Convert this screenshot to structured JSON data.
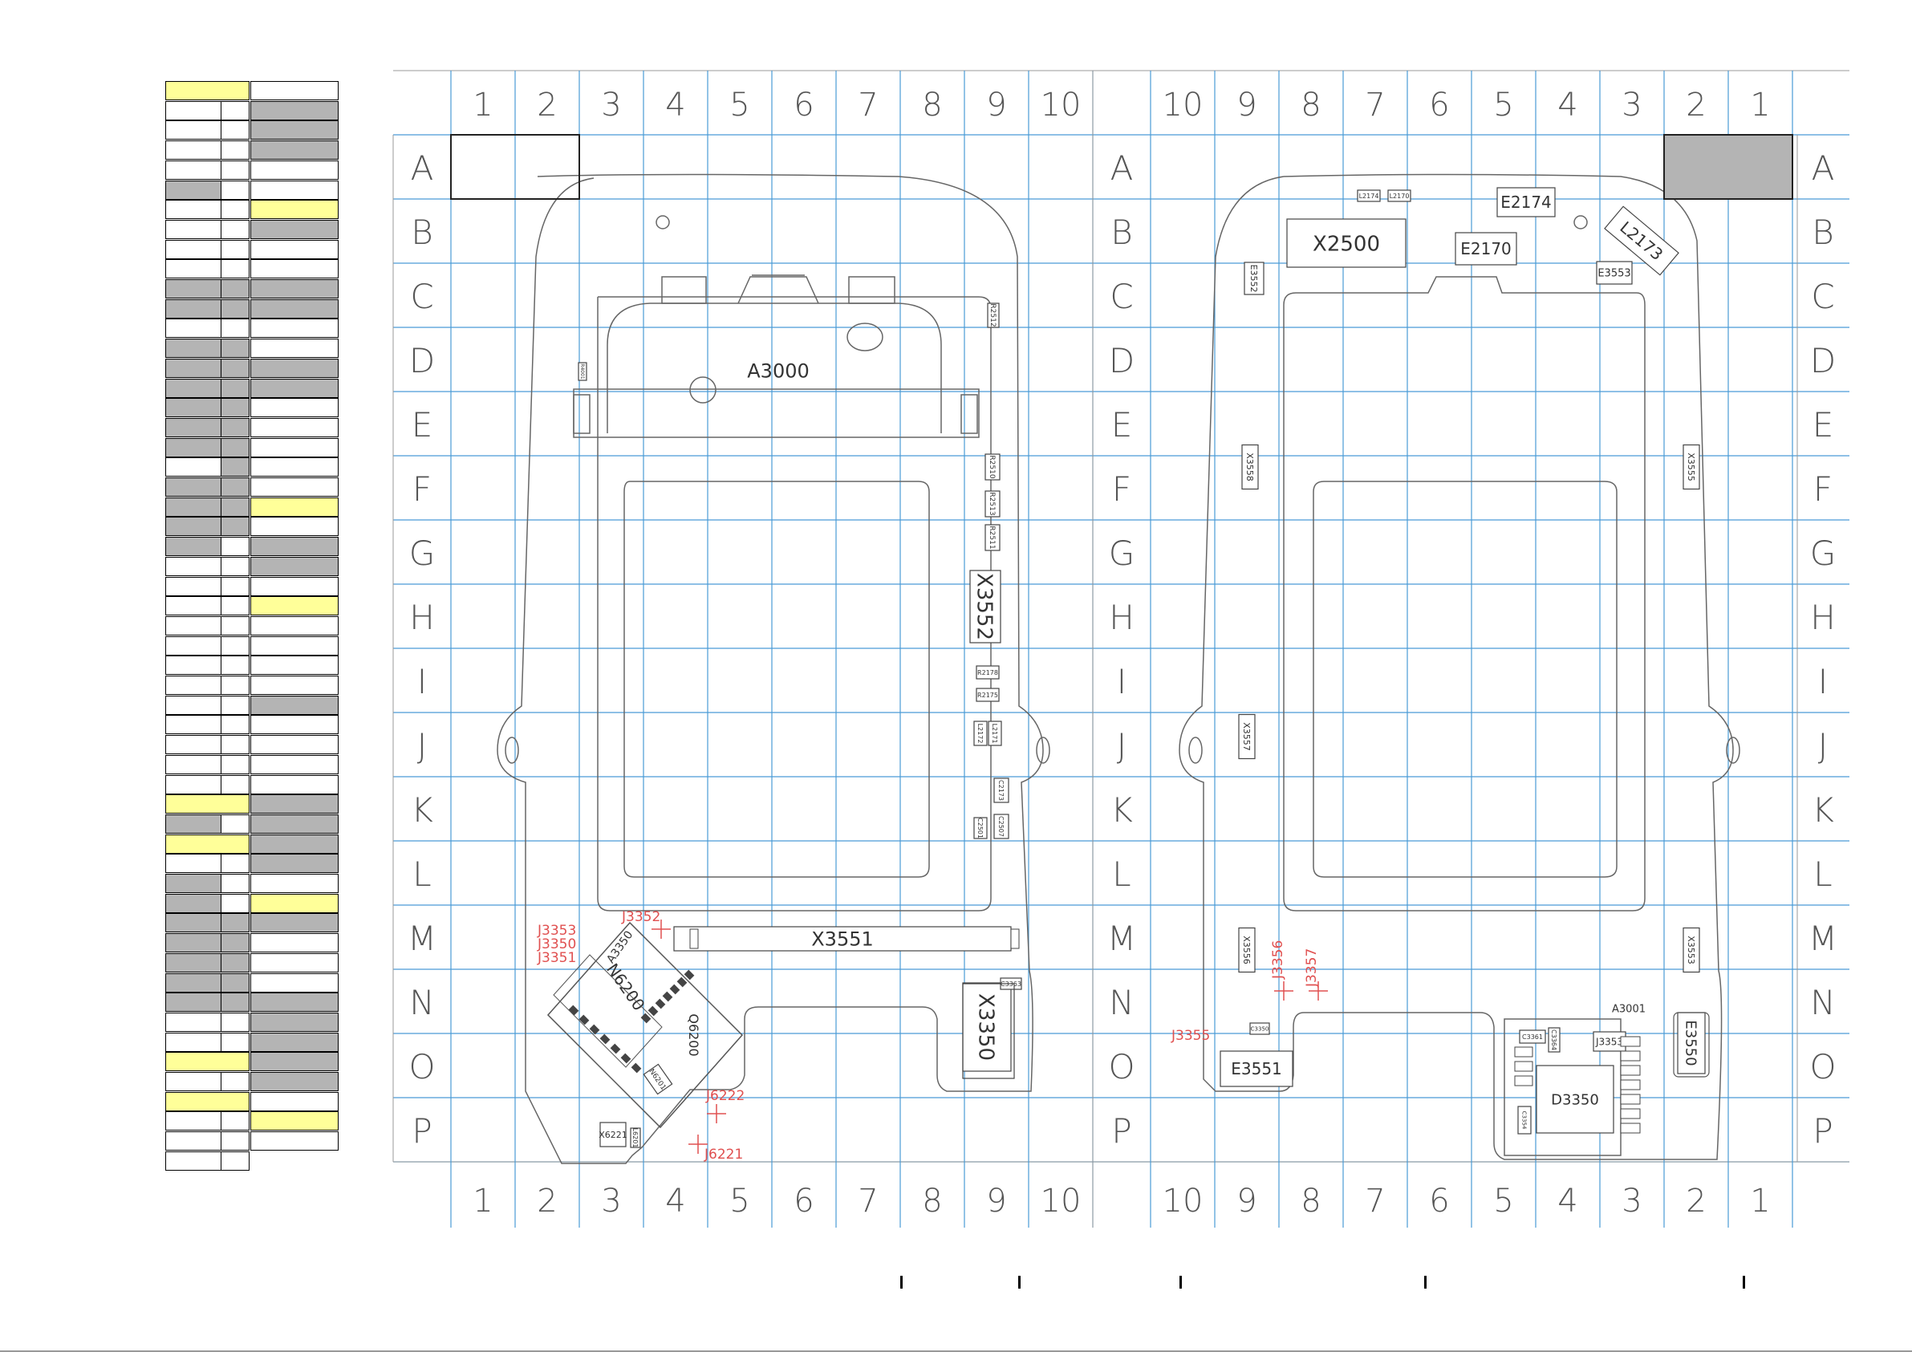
{
  "colors": {
    "grid": "#4a9bd6",
    "outline": "#555555",
    "red_label": "#e05050",
    "yellow": "#ffff99",
    "gray": "#b4b4b4",
    "dark": "#222222"
  },
  "left_panel": {
    "col_numbers": [
      "1",
      "2",
      "3",
      "4",
      "5",
      "6",
      "7",
      "8",
      "9",
      "10"
    ],
    "row_letters": [
      "A",
      "B",
      "C",
      "D",
      "E",
      "F",
      "G",
      "H",
      "I",
      "J",
      "K",
      "L",
      "M",
      "N",
      "O",
      "P"
    ]
  },
  "right_panel": {
    "col_numbers": [
      "10",
      "9",
      "8",
      "7",
      "6",
      "5",
      "4",
      "3",
      "2",
      "1"
    ],
    "row_letters": [
      "A",
      "B",
      "C",
      "D",
      "E",
      "F",
      "G",
      "H",
      "I",
      "J",
      "K",
      "L",
      "M",
      "N",
      "O",
      "P"
    ]
  },
  "left_components": [
    {
      "id": "A3000",
      "label": "A3000"
    },
    {
      "id": "X3552",
      "label": "X3552"
    },
    {
      "id": "X3551",
      "label": "X3551"
    },
    {
      "id": "X3350",
      "label": "X3350"
    },
    {
      "id": "N6200",
      "label": "N6200"
    },
    {
      "id": "A3350",
      "label": "A3350"
    },
    {
      "id": "Q6200",
      "label": "Q6200"
    },
    {
      "id": "N6201",
      "label": "N6201"
    },
    {
      "id": "X6221",
      "label": "X6221"
    },
    {
      "id": "L6201",
      "label": "L6201"
    },
    {
      "id": "R2512",
      "label": "R2512"
    },
    {
      "id": "R2510",
      "label": "R2510"
    },
    {
      "id": "R2513",
      "label": "R2513"
    },
    {
      "id": "R2511",
      "label": "R2511"
    },
    {
      "id": "R2178",
      "label": "R2178"
    },
    {
      "id": "R2175",
      "label": "R2175"
    },
    {
      "id": "L2172",
      "label": "L2172"
    },
    {
      "id": "L2171",
      "label": "L2171"
    },
    {
      "id": "C2173",
      "label": "C2173"
    },
    {
      "id": "C2507",
      "label": "C2507"
    },
    {
      "id": "C2501",
      "label": "C2501"
    },
    {
      "id": "C3363",
      "label": "C3363"
    },
    {
      "id": "R4001",
      "label": "R4001"
    }
  ],
  "right_components": [
    {
      "id": "X2500",
      "label": "X2500"
    },
    {
      "id": "E2174",
      "label": "E2174"
    },
    {
      "id": "E2170",
      "label": "E2170"
    },
    {
      "id": "L2173",
      "label": "L2173"
    },
    {
      "id": "E3553",
      "label": "E3553"
    },
    {
      "id": "E3552",
      "label": "E3552"
    },
    {
      "id": "L2174",
      "label": "L2174"
    },
    {
      "id": "L2170",
      "label": "L2170"
    },
    {
      "id": "X3558",
      "label": "X3558"
    },
    {
      "id": "X3555",
      "label": "X3555"
    },
    {
      "id": "X3557",
      "label": "X3557"
    },
    {
      "id": "X3556",
      "label": "X3556"
    },
    {
      "id": "X3553",
      "label": "X3553"
    },
    {
      "id": "E3551",
      "label": "E3551"
    },
    {
      "id": "E3550",
      "label": "E3550"
    },
    {
      "id": "A3001",
      "label": "A3001"
    },
    {
      "id": "D3350",
      "label": "D3350"
    },
    {
      "id": "J3353b",
      "label": "J3353"
    },
    {
      "id": "C3361",
      "label": "C3361"
    },
    {
      "id": "C3364",
      "label": "C3364"
    },
    {
      "id": "C3350",
      "label": "C3350"
    },
    {
      "id": "C3354",
      "label": "C3354"
    }
  ],
  "red_labels": [
    "J3353",
    "J3350",
    "J3351",
    "J3352",
    "J6222",
    "J6221",
    "J3356",
    "J3357",
    "J3355"
  ],
  "legend_rows": [
    {
      "l": "yellow",
      "m": "yellow",
      "r": "white",
      "split": false
    },
    {
      "l": "white",
      "m": "white",
      "r": "gray",
      "split": true
    },
    {
      "l": "white",
      "m": "white",
      "r": "gray",
      "split": true
    },
    {
      "l": "white",
      "m": "white",
      "r": "gray",
      "split": true
    },
    {
      "l": "white",
      "m": "white",
      "r": "white",
      "split": true
    },
    {
      "l": "gray",
      "m": "white",
      "r": "white",
      "split": true
    },
    {
      "l": "white",
      "m": "white",
      "r": "yellow",
      "split": true
    },
    {
      "l": "white",
      "m": "white",
      "r": "gray",
      "split": true
    },
    {
      "l": "white",
      "m": "white",
      "r": "white",
      "split": true
    },
    {
      "l": "white",
      "m": "white",
      "r": "white",
      "split": true
    },
    {
      "l": "gray",
      "m": "gray",
      "r": "gray",
      "split": true
    },
    {
      "l": "gray",
      "m": "gray",
      "r": "gray",
      "split": true
    },
    {
      "l": "white",
      "m": "white",
      "r": "white",
      "split": true
    },
    {
      "l": "gray",
      "m": "gray",
      "r": "white",
      "split": true
    },
    {
      "l": "gray",
      "m": "gray",
      "r": "gray",
      "split": true
    },
    {
      "l": "gray",
      "m": "gray",
      "r": "gray",
      "split": true
    },
    {
      "l": "gray",
      "m": "gray",
      "r": "white",
      "split": true
    },
    {
      "l": "gray",
      "m": "gray",
      "r": "white",
      "split": true
    },
    {
      "l": "gray",
      "m": "gray",
      "r": "white",
      "split": true
    },
    {
      "l": "white",
      "m": "gray",
      "r": "white",
      "split": true
    },
    {
      "l": "gray",
      "m": "gray",
      "r": "white",
      "split": true
    },
    {
      "l": "gray",
      "m": "gray",
      "r": "yellow",
      "split": true
    },
    {
      "l": "gray",
      "m": "gray",
      "r": "white",
      "split": true
    },
    {
      "l": "gray",
      "m": "white",
      "r": "gray",
      "split": true
    },
    {
      "l": "white",
      "m": "white",
      "r": "gray",
      "split": true
    },
    {
      "l": "white",
      "m": "white",
      "r": "white",
      "split": true
    },
    {
      "l": "white",
      "m": "white",
      "r": "yellow",
      "split": true
    },
    {
      "l": "white",
      "m": "white",
      "r": "white",
      "split": true
    },
    {
      "l": "white",
      "m": "white",
      "r": "white",
      "split": true
    },
    {
      "l": "white",
      "m": "white",
      "r": "white",
      "split": true
    },
    {
      "l": "white",
      "m": "white",
      "r": "white",
      "split": true
    },
    {
      "l": "white",
      "m": "white",
      "r": "gray",
      "split": true
    },
    {
      "l": "white",
      "m": "white",
      "r": "white",
      "split": true
    },
    {
      "l": "white",
      "m": "white",
      "r": "white",
      "split": true
    },
    {
      "l": "white",
      "m": "white",
      "r": "white",
      "split": true
    },
    {
      "l": "white",
      "m": "white",
      "r": "white",
      "split": true
    },
    {
      "l": "yellow",
      "m": "yellow",
      "r": "gray",
      "split": false
    },
    {
      "l": "gray",
      "m": "white",
      "r": "gray",
      "split": true
    },
    {
      "l": "yellow",
      "m": "yellow",
      "r": "gray",
      "split": false
    },
    {
      "l": "white",
      "m": "white",
      "r": "gray",
      "split": true
    },
    {
      "l": "gray",
      "m": "white",
      "r": "white",
      "split": true
    },
    {
      "l": "gray",
      "m": "white",
      "r": "yellow",
      "split": true
    },
    {
      "l": "gray",
      "m": "gray",
      "r": "gray",
      "split": true
    },
    {
      "l": "gray",
      "m": "gray",
      "r": "white",
      "split": true
    },
    {
      "l": "gray",
      "m": "gray",
      "r": "white",
      "split": true
    },
    {
      "l": "gray",
      "m": "gray",
      "r": "white",
      "split": true
    },
    {
      "l": "gray",
      "m": "gray",
      "r": "gray",
      "split": true
    },
    {
      "l": "white",
      "m": "white",
      "r": "gray",
      "split": true
    },
    {
      "l": "white",
      "m": "white",
      "r": "gray",
      "split": true
    },
    {
      "l": "yellow",
      "m": "yellow",
      "r": "gray",
      "split": false
    },
    {
      "l": "white",
      "m": "white",
      "r": "gray",
      "split": true
    },
    {
      "l": "yellow",
      "m": "yellow",
      "r": "white",
      "split": false
    },
    {
      "l": "white",
      "m": "white",
      "r": "yellow",
      "split": true
    },
    {
      "l": "white",
      "m": "white",
      "r": "white",
      "split": true
    },
    {
      "l": "white",
      "m": "white",
      "r": "",
      "split": true
    }
  ]
}
